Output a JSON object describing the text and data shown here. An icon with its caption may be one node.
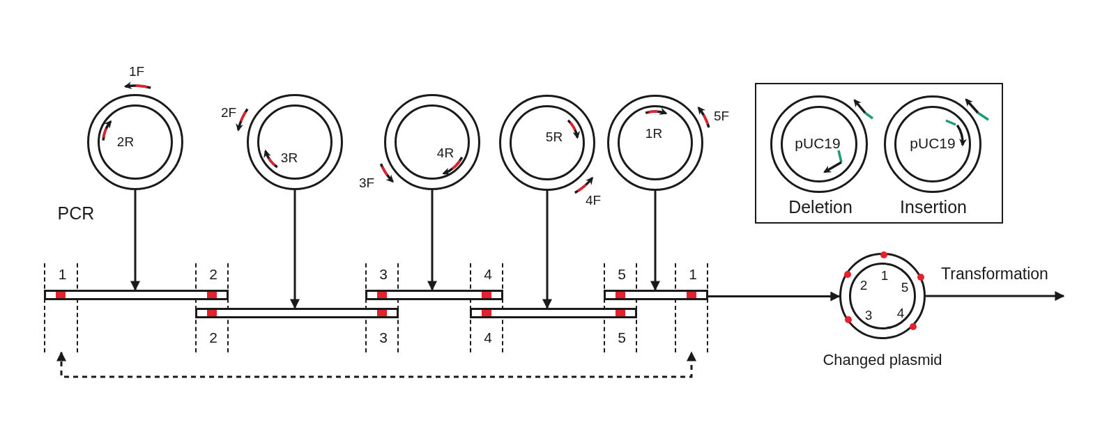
{
  "diagram": {
    "nodes": [
      {
        "text": [
          "2R"
        ],
        "beside": [
          "1F"
        ]
      },
      {
        "text": [
          "3R"
        ],
        "beside": [
          "2F"
        ]
      },
      {
        "text": [
          "4R"
        ],
        "beside": [
          "3F"
        ]
      },
      {
        "text": [
          "5R"
        ],
        "beside": [
          "4F"
        ]
      },
      {
        "text": [
          "1R"
        ],
        "beside": [
          "5F"
        ]
      },
      {
        "text": [],
        "shape": "box"
      },
      {
        "text": [
          "pUC19"
        ],
        "beside": [
          "Deletion"
        ],
        "in": 5
      },
      {
        "text": [
          "pUC19"
        ],
        "beside": [
          "Insertion"
        ],
        "in": 5
      },
      {
        "text": [
          "1"
        ]
      },
      {
        "text": [
          "2",
          "2"
        ]
      },
      {
        "text": [
          "3",
          "3"
        ]
      },
      {
        "text": [
          "4",
          "4"
        ]
      },
      {
        "text": [
          "5",
          "5"
        ]
      },
      {
        "text": [
          "1"
        ]
      },
      {
        "text": [],
        "shape": "bar"
      },
      {
        "text": [],
        "shape": "bar"
      },
      {
        "text": [],
        "shape": "bar"
      },
      {
        "text": [],
        "shape": "bar"
      },
      {
        "text": [],
        "shape": "bar"
      },
      {
        "text": [
          "1",
          "2",
          "5",
          "3",
          "4"
        ],
        "beside": [
          "Changed plasmid"
        ]
      }
    ],
    "edges": [
      {
        "from": 0,
        "to": 14,
        "arrow": "to"
      },
      {
        "from": 1,
        "to": 15,
        "arrow": "to"
      },
      {
        "from": 2,
        "to": 16,
        "arrow": "to"
      },
      {
        "from": 3,
        "to": 17,
        "arrow": "to"
      },
      {
        "from": 4,
        "to": 18,
        "arrow": "to"
      },
      {
        "from": 18,
        "to": 19,
        "arrow": "to"
      },
      {
        "from": 19,
        "to": null,
        "arrow": "to",
        "label": "Transformation"
      },
      {
        "from": 8,
        "to": 13,
        "arrow": "both",
        "style": "dashed"
      }
    ],
    "labels": [
      "PCR"
    ]
  }
}
